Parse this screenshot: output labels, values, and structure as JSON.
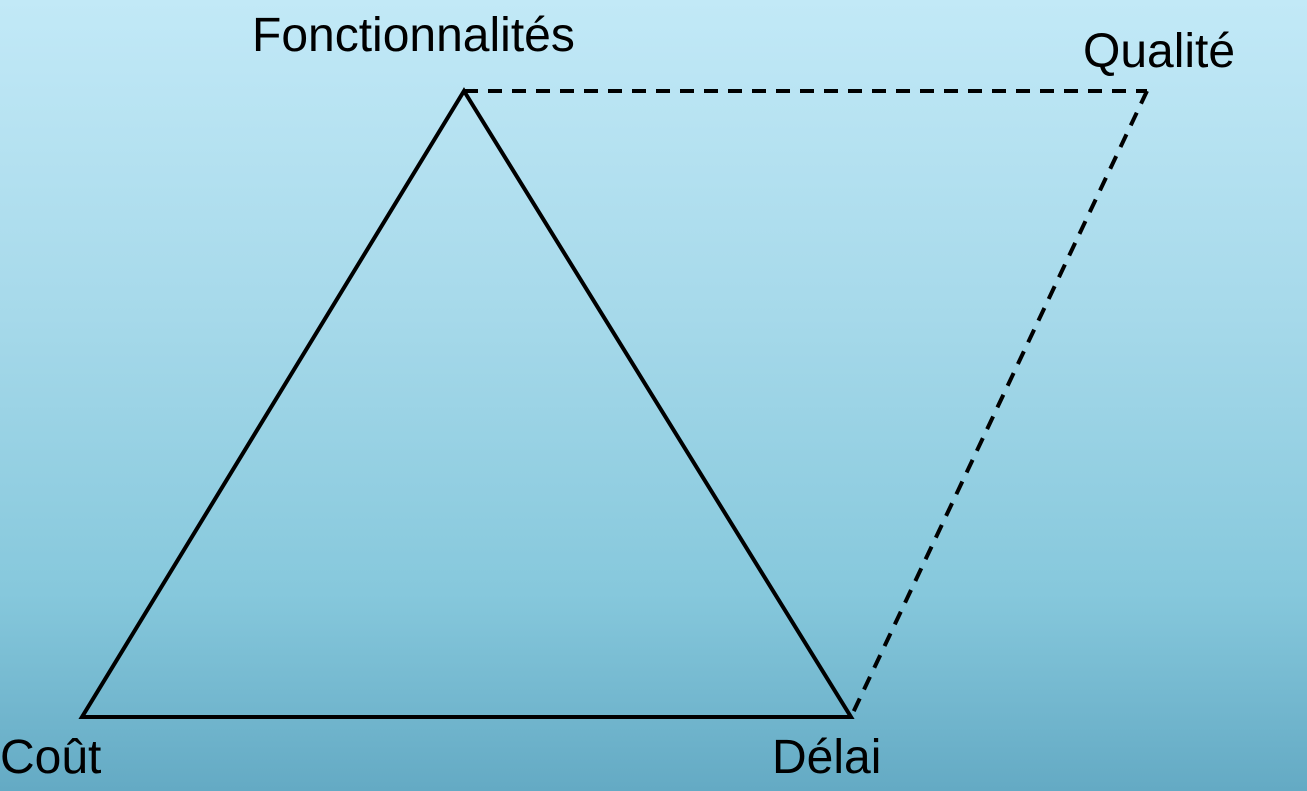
{
  "diagram": {
    "vertices": {
      "top": "Fonctionnalités",
      "extra": "Qualité",
      "bottom_left": "Coût",
      "bottom_right": "Délai"
    },
    "edges": [
      {
        "from": "Coût",
        "to": "Fonctionnalités",
        "style": "solid"
      },
      {
        "from": "Fonctionnalités",
        "to": "Délai",
        "style": "solid"
      },
      {
        "from": "Coût",
        "to": "Délai",
        "style": "solid"
      },
      {
        "from": "Fonctionnalités",
        "to": "Qualité",
        "style": "dashed"
      },
      {
        "from": "Qualité",
        "to": "Délai",
        "style": "dashed"
      }
    ],
    "colors": {
      "line": "#000000",
      "background_top": "#c2e9f7",
      "background_bottom": "#64aac4"
    }
  }
}
